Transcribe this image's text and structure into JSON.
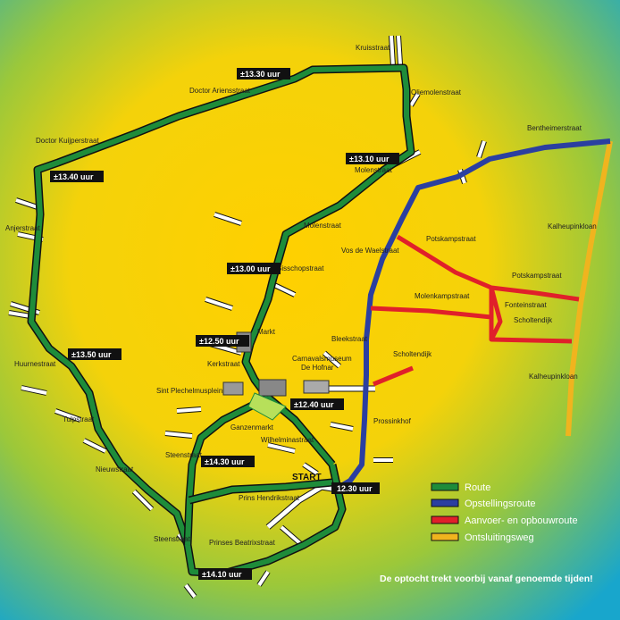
{
  "map": {
    "colors": {
      "route": "#1e8c3a",
      "opstellingsroute": "#2b3fa0",
      "aanvoer": "#e0202a",
      "ontsluitingsweg": "#f0b41e",
      "background_center": "#ffd000",
      "background_edge": "#1aa8c8"
    },
    "times": {
      "t1": "±13.30 uur",
      "t2": "±13.10 uur",
      "t3": "±13.40 uur",
      "t4": "±13.00 uur",
      "t5": "±12.50 uur",
      "t6": "±13.50 uur",
      "t7": "±12.40 uur",
      "t8": "±14.30 uur",
      "t9": "12.30 uur",
      "t10": "±14.10 uur"
    },
    "streets": {
      "kruisstraat": "Kruisstraat",
      "oliemolenstraat": "Oliemolenstraat",
      "doctor_ariensstraat": "Doctor Ariensstraat",
      "doctor_kuijperstraat": "Doctor Kuijperstraat",
      "molenstraat1": "Molenstraat",
      "molenstraat2": "Molenstraat",
      "anjerstraat": "Anjerstraat",
      "bisschopstraat": "Bisschopstraat",
      "vos_de_waelstraat": "Vos de Waelstraat",
      "markt": "Markt",
      "kerkstraat": "Kerkstraat",
      "huurnestraat": "Huurnestraat",
      "carnavalsmuseum1": "Carnavalsmuseum",
      "carnavalsmuseum2": "De Hofnar",
      "sint_plechelmusplein": "Sint Plechelmusplein",
      "ganzenmarkt": "Ganzenmarkt",
      "tulpstraat": "Tulpstraat",
      "wilhelminastraat": "Wilhelminastraat",
      "steenstraat1": "Steenstraat",
      "nieuwstraat": "Nieuwstraat",
      "prins_hendrikstraat": "Prins Hendrikstraat",
      "steenstraat2": "Steenstraat",
      "prinses_beatrixstraat": "Prinses Beatrixstraat",
      "bentheimerstraat": "Bentheimerstraat",
      "kalheupinkloan1": "Kalheupinkloan",
      "potskampstraat1": "Potskampstraat",
      "potskampstraat2": "Potskampstraat",
      "molenkampstraat": "Molenkampstraat",
      "fonteinstraat": "Fonteinstraat",
      "scholtendijk1": "Scholtendijk",
      "bleekstraat": "Bleekstraat",
      "scholtendijk2": "Scholtendijk",
      "kalheupinkloan2": "Kalheupinkloan",
      "prossinkhof": "Prossinkhof"
    },
    "start_label": "START",
    "legend": [
      {
        "label": "Route",
        "color": "#1e8c3a"
      },
      {
        "label": "Opstellingsroute",
        "color": "#2b3fa0"
      },
      {
        "label": "Aanvoer- en opbouwroute",
        "color": "#e0202a"
      },
      {
        "label": "Ontsluitingsweg",
        "color": "#f0b41e"
      }
    ],
    "footnote": "De optocht trekt voorbij vanaf genoemde tijden!"
  }
}
